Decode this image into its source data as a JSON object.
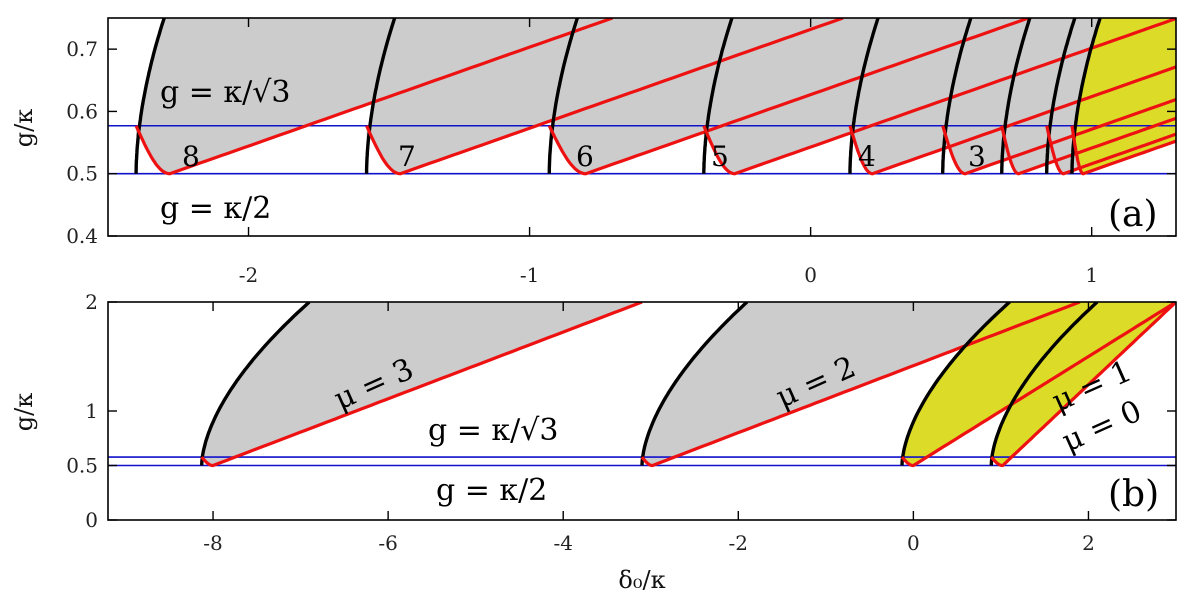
{
  "chart_data": [
    {
      "panel_label": "(a)",
      "type": "line",
      "xlim": [
        -2.5,
        1.3
      ],
      "ylim": [
        0.4,
        0.75
      ],
      "ylabel": "g/κ",
      "x_ticks": [
        "-2",
        "-1",
        "0",
        "1"
      ],
      "x_tick_values": [
        -2,
        -1,
        0,
        1
      ],
      "y_ticks": [
        "0.4",
        "0.5",
        "0.6",
        "0.7"
      ],
      "y_tick_values": [
        0.4,
        0.5,
        0.6,
        0.7
      ],
      "hlines": [
        {
          "y": 0.5,
          "label": "g = κ/2"
        },
        {
          "y": 0.577,
          "label": "g = κ/√3"
        }
      ],
      "regions": [
        {
          "label": "8",
          "vertex_x": -2.28,
          "min_x": -2.4
        },
        {
          "label": "7",
          "vertex_x": -1.46,
          "min_x": -1.58
        },
        {
          "label": "6",
          "vertex_x": -0.8,
          "min_x": -0.93
        },
        {
          "label": "5",
          "vertex_x": -0.27,
          "min_x": -0.38
        },
        {
          "label": "4",
          "vertex_x": 0.22,
          "min_x": 0.14
        },
        {
          "label": "3",
          "vertex_x": 0.55,
          "min_x": 0.47
        },
        {
          "label": "",
          "vertex_x": 0.74,
          "min_x": 0.68
        },
        {
          "label": "",
          "vertex_x": 0.9,
          "min_x": 0.84
        },
        {
          "label": "",
          "vertex_x": 0.97,
          "min_x": 0.93
        }
      ],
      "highlight_from_x": 0.96,
      "colors": {
        "shade": "#cccccc",
        "highlight": "#dcdc28",
        "black_curve": "#000000",
        "red_curve": "#ee1111",
        "hline": "#1111cc"
      }
    },
    {
      "panel_label": "(b)",
      "type": "line",
      "xlim": [
        -9.2,
        3.0
      ],
      "ylim": [
        0,
        2
      ],
      "xlabel": "δ₀/κ",
      "ylabel": "g/κ",
      "x_ticks": [
        "-8",
        "-6",
        "-4",
        "-2",
        "0",
        "2"
      ],
      "x_tick_values": [
        -8,
        -6,
        -4,
        -2,
        0,
        2
      ],
      "y_ticks": [
        "0",
        "0.5",
        "1",
        "2"
      ],
      "y_tick_values": [
        0,
        0.5,
        1,
        2
      ],
      "hlines": [
        {
          "y": 0.5,
          "label": "g = κ/2"
        },
        {
          "y": 0.577,
          "label": "g = κ/√3"
        }
      ],
      "regions": [
        {
          "label": "μ = 3",
          "vertex_x": -8.0,
          "min_x": -8.13,
          "upper_x_at_top": -3.1,
          "black_x_at_top": -6.9
        },
        {
          "label": "μ = 2",
          "vertex_x": -2.98,
          "min_x": -3.1,
          "upper_x_at_top": 1.9,
          "black_x_at_top": -1.9
        },
        {
          "label": "μ = 1",
          "vertex_x": 0.0,
          "min_x": -0.13,
          "upper_x_at_top": 3.0,
          "black_x_at_top": 1.1
        },
        {
          "label": "μ = 0",
          "vertex_x": 1.02,
          "min_x": 0.89,
          "upper_x_at_top": 3.0,
          "black_x_at_top": 2.1
        }
      ],
      "colors": {
        "shade": "#cccccc",
        "highlight": "#dcdc28",
        "black_curve": "#000000",
        "red_curve": "#ee1111",
        "hline": "#1111cc"
      }
    }
  ]
}
